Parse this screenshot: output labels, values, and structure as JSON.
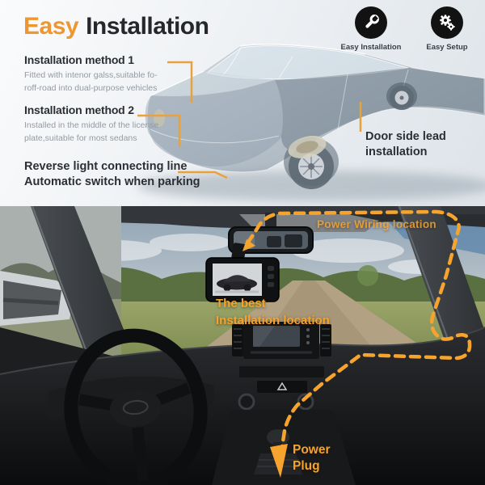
{
  "top_section": {
    "title": {
      "highlight": "Easy",
      "rest": "Installation"
    },
    "badges": [
      {
        "icon": "wrench-icon",
        "label": "Easy Installation"
      },
      {
        "icon": "gears-icon",
        "label": "Easy Setup"
      }
    ],
    "callouts": {
      "method1": {
        "heading": "Installation method 1",
        "line1": "Fitted with intenor galss,suitable fo-",
        "line2": "roff-road into dual-purpose vehicles"
      },
      "method2": {
        "heading": "Installation method 2",
        "line1": "Installed in the middle of the license",
        "line2": "plate,suitable for most sedans"
      },
      "reverse_light": {
        "line1": "Reverse light connecting line",
        "line2": "Automatic switch when parking"
      },
      "door_lead": {
        "line1": "Door side lead",
        "line2": "installation"
      }
    }
  },
  "bottom_section": {
    "annotations": {
      "power_wiring": "Power Wiring location",
      "best_line1": "The best",
      "best_line2": "Installation location",
      "plug_line1": "Power",
      "plug_line2": "Plug"
    }
  },
  "colors": {
    "accent_orange": "#EE9632",
    "annotation_orange": "#F5A32C",
    "connector_orange": "#E9A23B",
    "badge_black": "#121212",
    "heading_dark": "#2B2F35",
    "body_gray": "#949BA3"
  }
}
